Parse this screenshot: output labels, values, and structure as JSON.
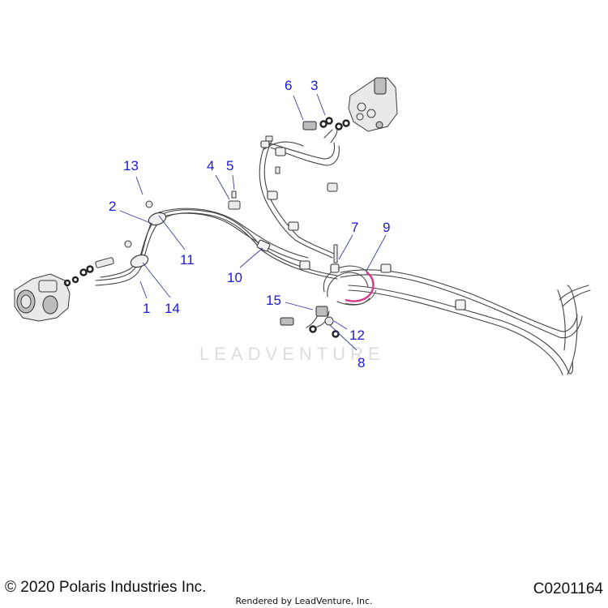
{
  "callouts": [
    "1",
    "2",
    "3",
    "4",
    "5",
    "6",
    "7",
    "8",
    "9",
    "10",
    "11",
    "12",
    "13",
    "14",
    "15"
  ],
  "watermark": "LEADVENTURE",
  "footer": {
    "copyright": "© 2020 Polaris Industries Inc.",
    "diagram_id": "C0201164",
    "rendered_by": "Rendered by LeadVenture, Inc."
  },
  "colors": {
    "callout": "#1a1ad0",
    "hose_highlight": "#d83a8a"
  }
}
